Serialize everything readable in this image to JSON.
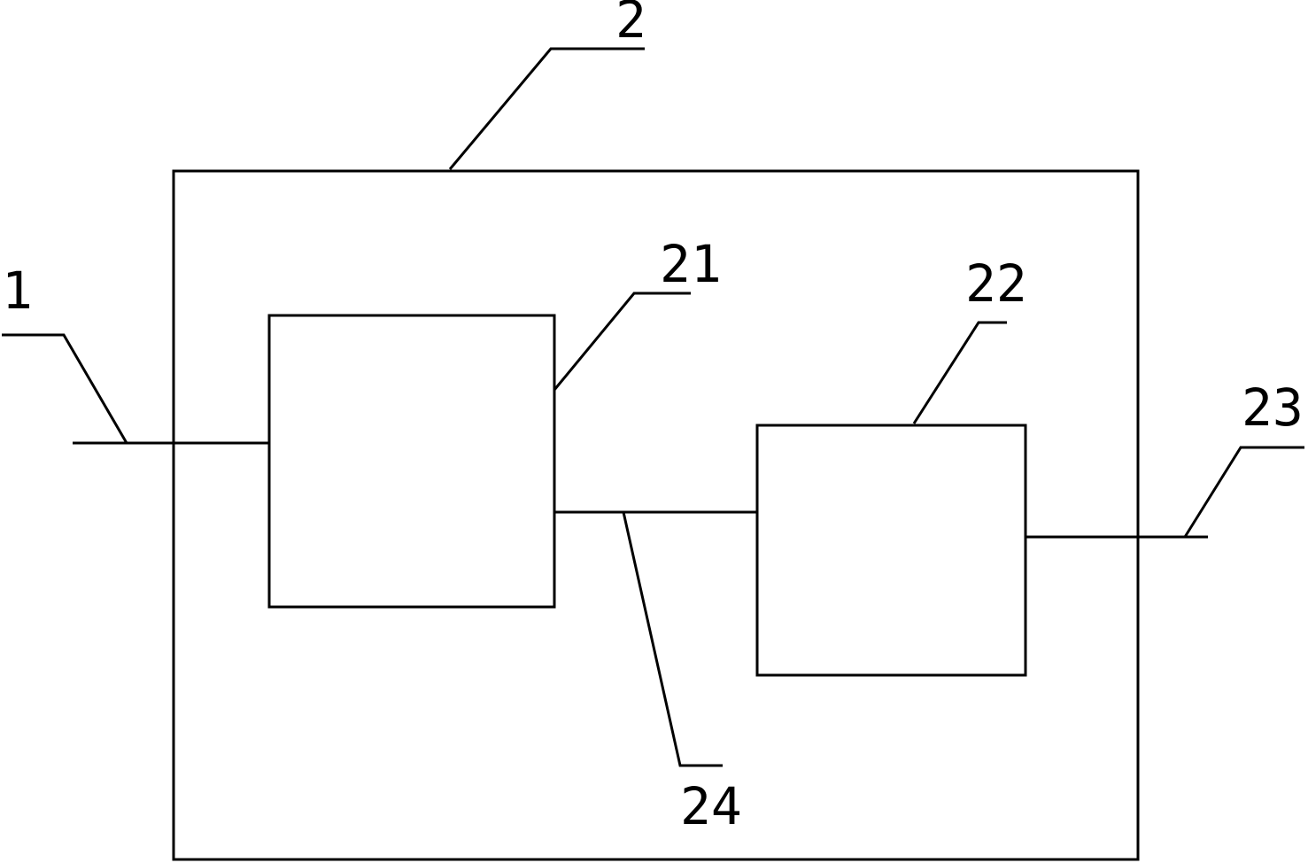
{
  "diagram": {
    "labels": {
      "housing": "2",
      "input_line": "1",
      "first_block": "21",
      "second_block": "22",
      "output_line": "23",
      "connecting_line": "24"
    }
  }
}
